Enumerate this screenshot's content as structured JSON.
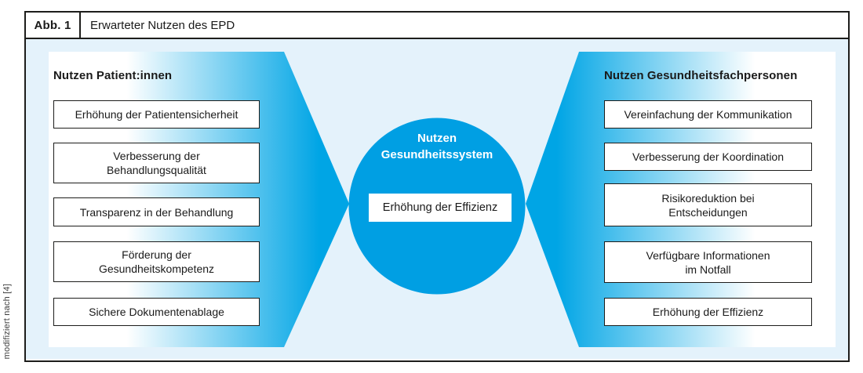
{
  "figure": {
    "label": "Abb. 1",
    "title": "Erwarteter Nutzen des EPD",
    "source_note": "modifiziert nach [4]"
  },
  "left_group": {
    "heading": "Nutzen Patient:innen",
    "items": [
      "Erhöhung der Patientensicherheit",
      "Verbesserung der\nBehandlungsqualität",
      "Transparenz in der Behandlung",
      "Förderung der\nGesundheitskompetenz",
      "Sichere Dokumentenablage"
    ]
  },
  "center_group": {
    "heading": "Nutzen\nGesundheitssystem",
    "items": [
      "Erhöhung der Effizienz"
    ]
  },
  "right_group": {
    "heading": "Nutzen Gesundheitsfachpersonen",
    "items": [
      "Vereinfachung der Kommunikation",
      "Verbesserung der Koordination",
      "Risikoreduktion bei\nEntscheidungen",
      "Verfügbare Informationen\nim Notfall",
      "Erhöhung der Effizienz"
    ]
  },
  "colors": {
    "accent_blue": "#009fe3",
    "funnel_blue": "#00a5e5",
    "panel_blue": "#e4f2fb",
    "frame_black": "#1d1d1b"
  }
}
